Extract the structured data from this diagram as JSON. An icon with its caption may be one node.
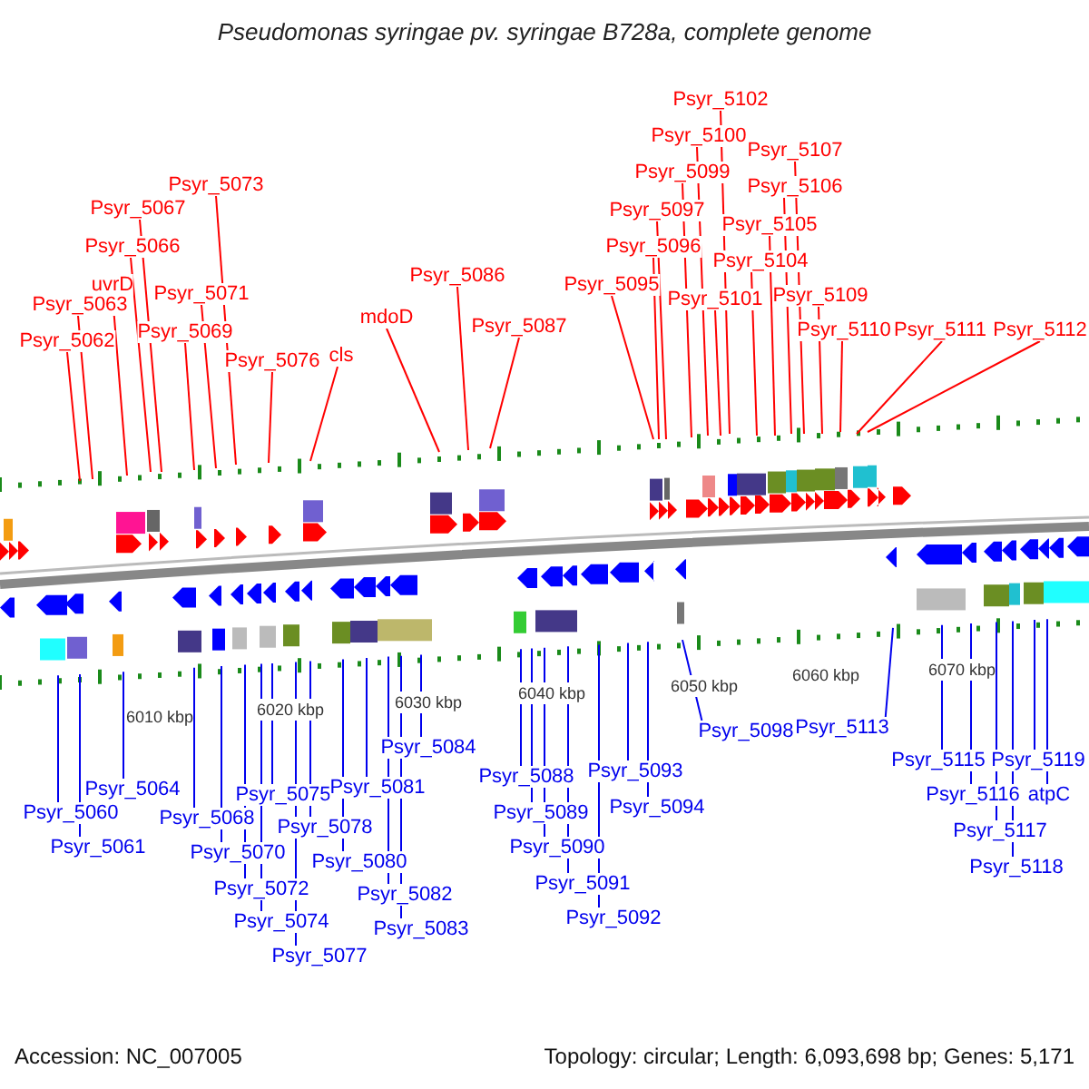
{
  "diagram": {
    "title": "Pseudomonas syringae pv. syringae B728a, complete genome",
    "nodes": [
      {
        "text": [
          "Psyr_5062"
        ]
      },
      {
        "text": [
          "Psyr_5063"
        ]
      },
      {
        "text": [
          "uvrD"
        ]
      },
      {
        "text": [
          "Psyr_5066"
        ]
      },
      {
        "text": [
          "Psyr_5067"
        ]
      },
      {
        "text": [
          "Psyr_5069"
        ]
      },
      {
        "text": [
          "Psyr_5071"
        ]
      },
      {
        "text": [
          "Psyr_5073"
        ]
      },
      {
        "text": [
          "Psyr_5076"
        ]
      },
      {
        "text": [
          "cls"
        ]
      },
      {
        "text": [
          "mdoD"
        ]
      },
      {
        "text": [
          "Psyr_5086"
        ]
      },
      {
        "text": [
          "Psyr_5087"
        ]
      },
      {
        "text": [
          "Psyr_5095"
        ]
      },
      {
        "text": [
          "Psyr_5096"
        ]
      },
      {
        "text": [
          "Psyr_5097"
        ]
      },
      {
        "text": [
          "Psyr_5099"
        ]
      },
      {
        "text": [
          "Psyr_5100"
        ]
      },
      {
        "text": [
          "Psyr_5102"
        ]
      },
      {
        "text": [
          "Psyr_5101"
        ]
      },
      {
        "text": [
          "Psyr_5104"
        ]
      },
      {
        "text": [
          "Psyr_5105"
        ]
      },
      {
        "text": [
          "Psyr_5106"
        ]
      },
      {
        "text": [
          "Psyr_5107"
        ]
      },
      {
        "text": [
          "Psyr_5109"
        ]
      },
      {
        "text": [
          "Psyr_5110"
        ]
      },
      {
        "text": [
          "Psyr_5111"
        ]
      },
      {
        "text": [
          "Psyr_5112"
        ]
      },
      {
        "text": [
          "Psyr_5060"
        ]
      },
      {
        "text": [
          "Psyr_5061"
        ]
      },
      {
        "text": [
          "Psyr_5064"
        ]
      },
      {
        "text": [
          "Psyr_5068"
        ]
      },
      {
        "text": [
          "Psyr_5070"
        ]
      },
      {
        "text": [
          "Psyr_5072"
        ]
      },
      {
        "text": [
          "Psyr_5074"
        ]
      },
      {
        "text": [
          "Psyr_5077"
        ]
      },
      {
        "text": [
          "Psyr_5075"
        ]
      },
      {
        "text": [
          "Psyr_5078"
        ]
      },
      {
        "text": [
          "Psyr_5080"
        ]
      },
      {
        "text": [
          "Psyr_5081"
        ]
      },
      {
        "text": [
          "Psyr_5082"
        ]
      },
      {
        "text": [
          "Psyr_5083"
        ]
      },
      {
        "text": [
          "Psyr_5084"
        ]
      },
      {
        "text": [
          "Psyr_5088"
        ]
      },
      {
        "text": [
          "Psyr_5089"
        ]
      },
      {
        "text": [
          "Psyr_5090"
        ]
      },
      {
        "text": [
          "Psyr_5091"
        ]
      },
      {
        "text": [
          "Psyr_5092"
        ]
      },
      {
        "text": [
          "Psyr_5093"
        ]
      },
      {
        "text": [
          "Psyr_5094"
        ]
      },
      {
        "text": [
          "Psyr_5098"
        ]
      },
      {
        "text": [
          "Psyr_5113"
        ]
      },
      {
        "text": [
          "Psyr_5115"
        ]
      },
      {
        "text": [
          "Psyr_5116"
        ]
      },
      {
        "text": [
          "Psyr_5117"
        ]
      },
      {
        "text": [
          "Psyr_5118"
        ]
      },
      {
        "text": [
          "Psyr_5119"
        ]
      },
      {
        "text": [
          "atpC"
        ]
      }
    ],
    "edges": [
      {
        "from": 0,
        "to": null,
        "arrow": "none",
        "color": "#ff0000"
      },
      {
        "from": 1,
        "to": null,
        "arrow": "none",
        "color": "#ff0000"
      },
      {
        "from": 2,
        "to": null,
        "arrow": "none",
        "color": "#ff0000"
      },
      {
        "from": 3,
        "to": null,
        "arrow": "none",
        "color": "#ff0000"
      },
      {
        "from": 4,
        "to": null,
        "arrow": "none",
        "color": "#ff0000"
      },
      {
        "from": 5,
        "to": null,
        "arrow": "none",
        "color": "#ff0000"
      },
      {
        "from": 6,
        "to": null,
        "arrow": "none",
        "color": "#ff0000"
      },
      {
        "from": 7,
        "to": null,
        "arrow": "none",
        "color": "#ff0000"
      },
      {
        "from": 8,
        "to": null,
        "arrow": "none",
        "color": "#ff0000"
      },
      {
        "from": 9,
        "to": null,
        "arrow": "none",
        "color": "#ff0000"
      },
      {
        "from": 10,
        "to": null,
        "arrow": "none",
        "color": "#ff0000"
      },
      {
        "from": 11,
        "to": null,
        "arrow": "none",
        "color": "#ff0000"
      },
      {
        "from": 12,
        "to": null,
        "arrow": "none",
        "color": "#ff0000"
      },
      {
        "from": 13,
        "to": null,
        "arrow": "none",
        "color": "#ff0000"
      },
      {
        "from": 14,
        "to": null,
        "arrow": "none",
        "color": "#ff0000"
      },
      {
        "from": 15,
        "to": null,
        "arrow": "none",
        "color": "#ff0000"
      },
      {
        "from": 16,
        "to": null,
        "arrow": "none",
        "color": "#ff0000"
      },
      {
        "from": 17,
        "to": null,
        "arrow": "none",
        "color": "#ff0000"
      },
      {
        "from": 18,
        "to": null,
        "arrow": "none",
        "color": "#ff0000"
      },
      {
        "from": 19,
        "to": null,
        "arrow": "none",
        "color": "#ff0000"
      },
      {
        "from": 20,
        "to": null,
        "arrow": "none",
        "color": "#ff0000"
      },
      {
        "from": 21,
        "to": null,
        "arrow": "none",
        "color": "#ff0000"
      },
      {
        "from": 22,
        "to": null,
        "arrow": "none",
        "color": "#ff0000"
      },
      {
        "from": 23,
        "to": null,
        "arrow": "none",
        "color": "#ff0000"
      },
      {
        "from": 24,
        "to": null,
        "arrow": "none",
        "color": "#ff0000"
      },
      {
        "from": 25,
        "to": null,
        "arrow": "none",
        "color": "#ff0000"
      },
      {
        "from": 26,
        "to": null,
        "arrow": "none",
        "color": "#ff0000"
      },
      {
        "from": 27,
        "to": null,
        "arrow": "none",
        "color": "#ff0000"
      },
      {
        "from": 28,
        "to": null,
        "arrow": "none"
      },
      {
        "from": 29,
        "to": null,
        "arrow": "none"
      },
      {
        "from": 30,
        "to": null,
        "arrow": "none"
      },
      {
        "from": 31,
        "to": null,
        "arrow": "none"
      },
      {
        "from": 32,
        "to": null,
        "arrow": "none"
      },
      {
        "from": 33,
        "to": null,
        "arrow": "none"
      },
      {
        "from": 34,
        "to": null,
        "arrow": "none"
      },
      {
        "from": 35,
        "to": null,
        "arrow": "none"
      },
      {
        "from": 36,
        "to": null,
        "arrow": "none"
      },
      {
        "from": 37,
        "to": null,
        "arrow": "none"
      },
      {
        "from": 38,
        "to": null,
        "arrow": "none"
      },
      {
        "from": 39,
        "to": null,
        "arrow": "none"
      },
      {
        "from": 40,
        "to": null,
        "arrow": "none"
      },
      {
        "from": 41,
        "to": null,
        "arrow": "none"
      },
      {
        "from": 42,
        "to": null,
        "arrow": "none"
      },
      {
        "from": 43,
        "to": null,
        "arrow": "none"
      },
      {
        "from": 44,
        "to": null,
        "arrow": "none"
      },
      {
        "from": 45,
        "to": null,
        "arrow": "none"
      },
      {
        "from": 46,
        "to": null,
        "arrow": "none"
      },
      {
        "from": 47,
        "to": null,
        "arrow": "none"
      },
      {
        "from": 48,
        "to": null,
        "arrow": "none"
      },
      {
        "from": 49,
        "to": null,
        "arrow": "none"
      },
      {
        "from": 50,
        "to": null,
        "arrow": "none"
      },
      {
        "from": 51,
        "to": null,
        "arrow": "none"
      },
      {
        "from": 52,
        "to": null,
        "arrow": "none"
      },
      {
        "from": 53,
        "to": null,
        "arrow": "none"
      },
      {
        "from": 54,
        "to": null,
        "arrow": "none"
      },
      {
        "from": 55,
        "to": null,
        "arrow": "none"
      },
      {
        "from": 56,
        "to": null,
        "arrow": "none"
      },
      {
        "from": 57,
        "to": null,
        "arrow": "none"
      }
    ],
    "labels": [
      "6010 kbp",
      "6020 kbp",
      "6030 kbp",
      "6040 kbp",
      "6050 kbp",
      "6060 kbp",
      "6070 kbp",
      "Accession: NC_007005",
      "Topology: circular; Length: 6,093,698 bp; Genes: 5,171"
    ]
  }
}
